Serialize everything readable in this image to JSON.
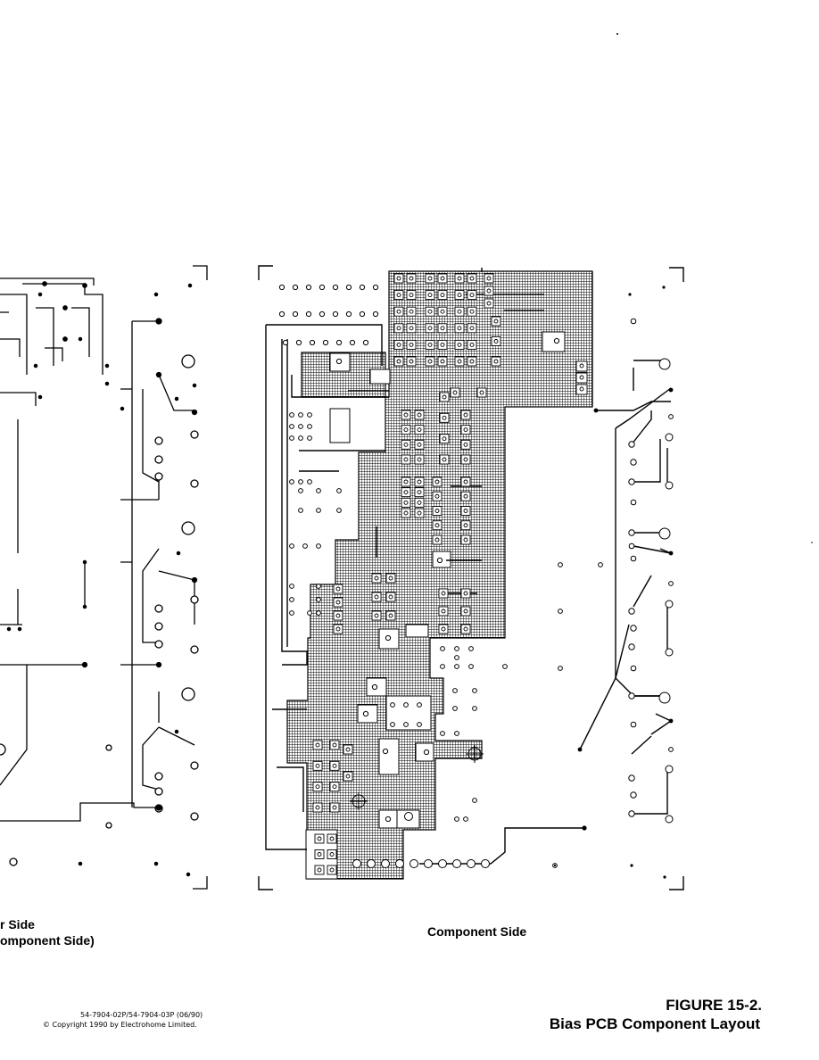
{
  "left_view": {
    "caption_line1": "r Side",
    "caption_line2": "omponent Side)"
  },
  "right_view": {
    "caption": "Component Side"
  },
  "footer": {
    "doc_number": "54-7904-02P/54-7904-03P (06/90)",
    "copyright": "© Copyright 1990 by Electrohome Limited."
  },
  "figure": {
    "number": "FIGURE 15-2.",
    "title": "Bias PCB Component Layout"
  }
}
